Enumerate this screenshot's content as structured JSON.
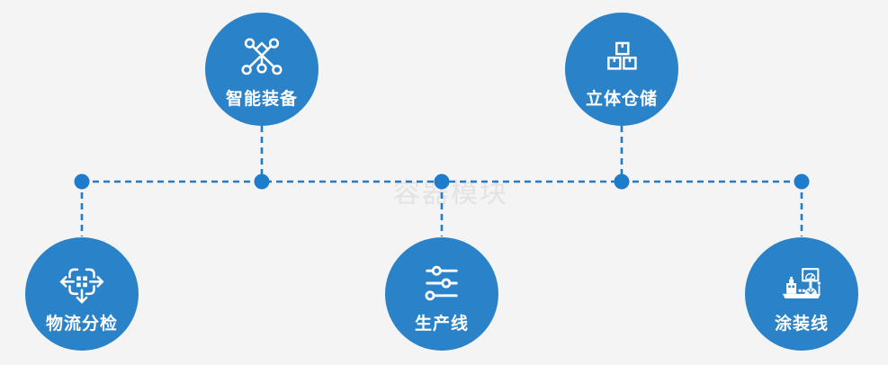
{
  "page": {
    "watermark": "容器模块",
    "background": "#f4f4f5"
  },
  "colors": {
    "node_fill": "#2a82c8",
    "connector_blue": "#1e7ccd",
    "icon_white": "#ffffff",
    "watermark_gray": "#e3e3e5"
  },
  "nodes": [
    {
      "id": "intelligent-equipment",
      "label": "智能装备",
      "icon": "network-nodes-icon",
      "position": "top-left"
    },
    {
      "id": "stereo-warehousing",
      "label": "立体仓储",
      "icon": "stacked-boxes-icon",
      "position": "top-right"
    },
    {
      "id": "logistics-sorting",
      "label": "物流分检",
      "icon": "sorting-dispatch-icon",
      "position": "bottom-left"
    },
    {
      "id": "production-line",
      "label": "生产线",
      "icon": "sliders-icon",
      "position": "bottom-center"
    },
    {
      "id": "painting-line",
      "label": "涂装线",
      "icon": "control-station-icon",
      "position": "bottom-right"
    }
  ]
}
